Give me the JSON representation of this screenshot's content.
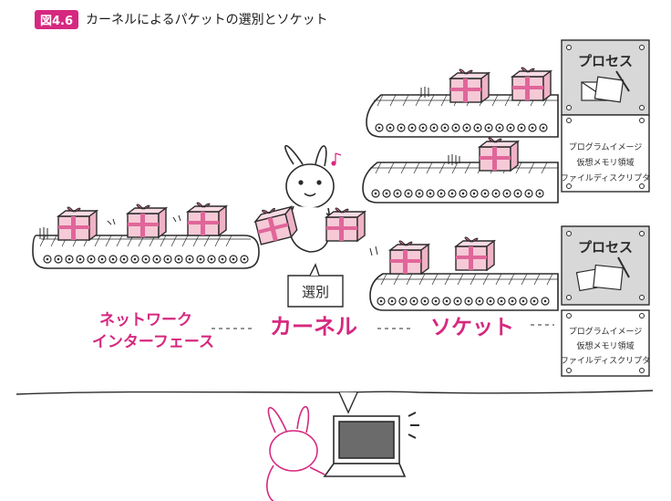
{
  "figure": {
    "number": "図4.6",
    "title": "カーネルによるパケットの選別とソケット"
  },
  "labels": {
    "select_note": "選別",
    "network_interface_line1": "ネットワーク",
    "network_interface_line2": "インターフェース",
    "kernel": "カーネル",
    "socket": "ソケット"
  },
  "processes": [
    {
      "title": "プロセス",
      "details": [
        "プログラムイメージ",
        "仮想メモリ領域",
        "ファイルディスクリプタ"
      ]
    },
    {
      "title": "プロセス",
      "details": [
        "プログラムイメージ",
        "仮想メモリ領域",
        "ファイルディスクリプタ"
      ]
    }
  ],
  "colors": {
    "accent": "#d6287f",
    "gift": "#f6c9d6",
    "ribbon": "#e0669a",
    "panel": "#d8d8d8",
    "ink": "#2b2b2b"
  },
  "icons": [
    "rabbit-icon",
    "gift-box-icon",
    "conveyor-belt-icon",
    "laptop-icon",
    "envelope-pen-icon",
    "music-note-icon"
  ]
}
